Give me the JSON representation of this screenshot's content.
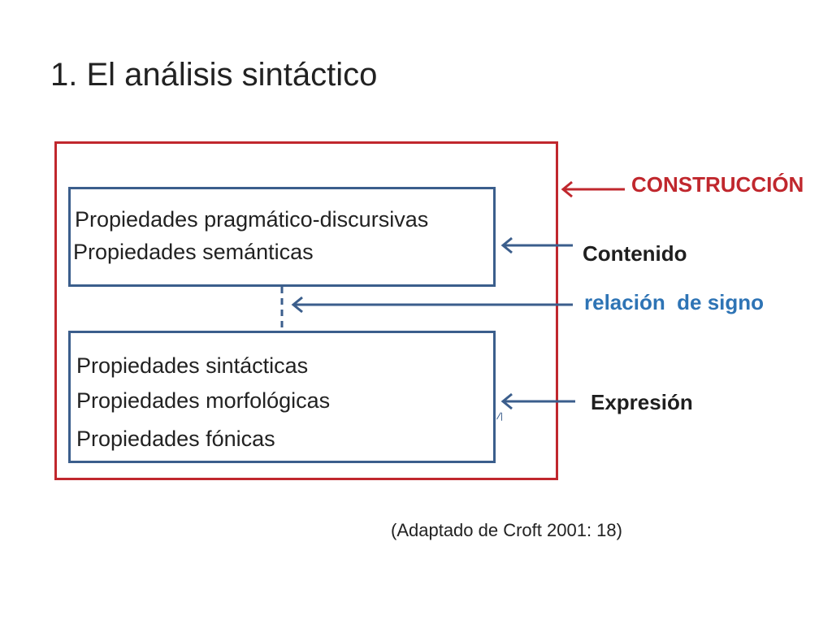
{
  "slide": {
    "title": "1. El análisis sintáctico",
    "source_note": "(Adaptado de Croft 2001: 18)"
  },
  "content_box": {
    "lines": [
      "Propiedades pragmático-discursivas",
      "Propiedades semánticas"
    ]
  },
  "expression_box": {
    "lines": [
      "Propiedades sintácticas",
      "Propiedades morfológicas",
      "Propiedades fónicas"
    ]
  },
  "labels": {
    "construction": "CONSTRUCCIÓN",
    "content": "Contenido",
    "sign_relation": "relación  de signo",
    "expression": "Expresión"
  },
  "stray_mark": "/\\",
  "colors": {
    "construction": "#c0272d",
    "boxes": "#3b5e8c",
    "sign_relation_text": "#2e74b5",
    "label_text": "#1f1f1f"
  }
}
